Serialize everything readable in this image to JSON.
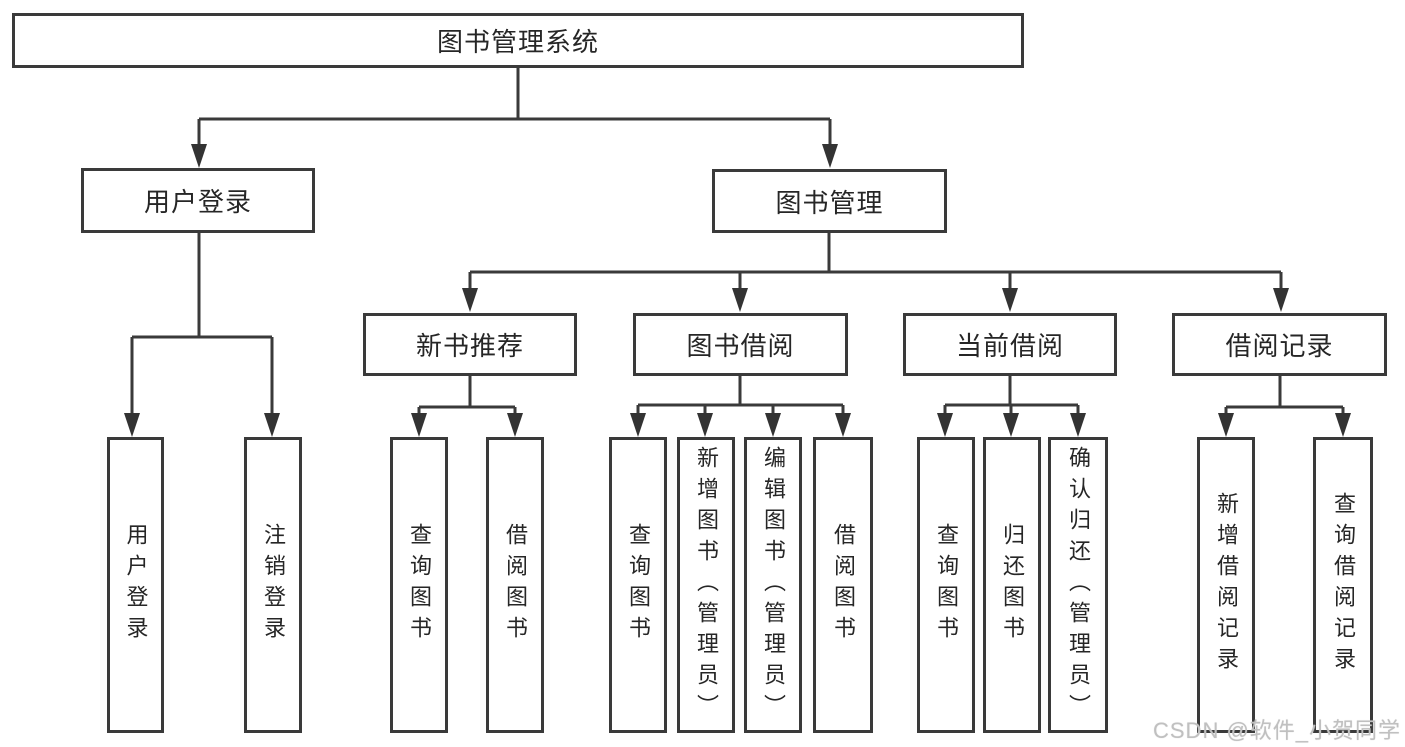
{
  "diagram": {
    "title": "图书管理系统",
    "colors": {
      "background": "#ffffff",
      "line": "#3a3a3a",
      "arrow": "#333333",
      "text": "#262626",
      "watermark": "#c0c0c0"
    },
    "root": {
      "label": "图书管理系统"
    },
    "level2": [
      {
        "id": "user-login",
        "label": "用户登录"
      },
      {
        "id": "book-management",
        "label": "图书管理"
      }
    ],
    "level3": [
      {
        "id": "new-book-recommend",
        "label": "新书推荐",
        "parent": "book-management"
      },
      {
        "id": "book-borrowing",
        "label": "图书借阅",
        "parent": "book-management"
      },
      {
        "id": "current-borrowing",
        "label": "当前借阅",
        "parent": "book-management"
      },
      {
        "id": "borrowing-records",
        "label": "借阅记录",
        "parent": "book-management"
      }
    ],
    "leaves": [
      {
        "group": "user-login",
        "label": "用户登录"
      },
      {
        "group": "user-login",
        "label": "注销登录"
      },
      {
        "group": "new-book-recommend",
        "label": "查询图书"
      },
      {
        "group": "new-book-recommend",
        "label": "借阅图书"
      },
      {
        "group": "book-borrowing",
        "label": "查询图书"
      },
      {
        "group": "book-borrowing",
        "label": "新增图书（管理员）"
      },
      {
        "group": "book-borrowing",
        "label": "编辑图书（管理员）"
      },
      {
        "group": "book-borrowing",
        "label": "借阅图书"
      },
      {
        "group": "current-borrowing",
        "label": "查询图书"
      },
      {
        "group": "current-borrowing",
        "label": "归还图书"
      },
      {
        "group": "current-borrowing",
        "label": "确认归还（管理员）"
      },
      {
        "group": "borrowing-records",
        "label": "新增借阅记录"
      },
      {
        "group": "borrowing-records",
        "label": "查询借阅记录"
      }
    ],
    "watermark": "CSDN @软件_小贺同学"
  }
}
